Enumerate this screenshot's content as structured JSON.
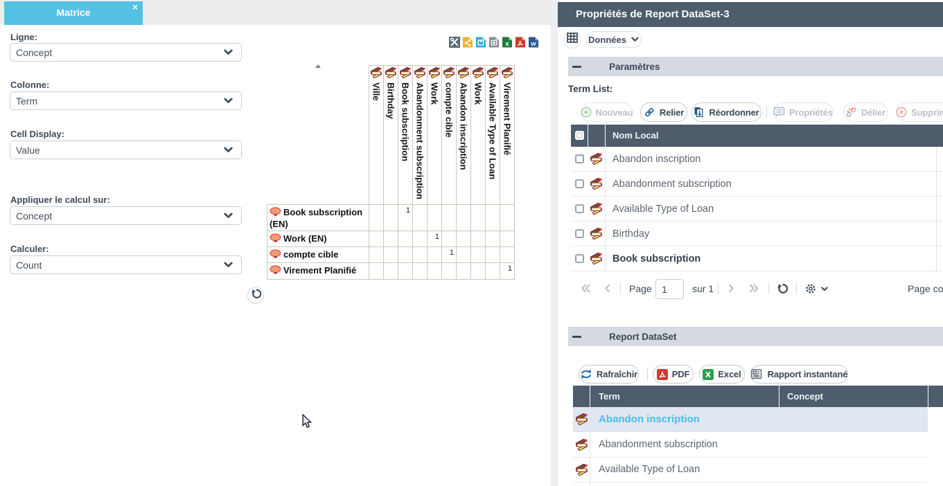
{
  "left_panel": {
    "tab_label": "Matrice",
    "close_label": "×",
    "fields": [
      {
        "label": "Ligne:",
        "value": "Concept"
      },
      {
        "label": "Colonne:",
        "value": "Term"
      },
      {
        "label": "Cell Display:",
        "value": "Value"
      },
      {
        "label": "Appliquer le calcul sur:",
        "value": "Concept"
      },
      {
        "label": "Calculer:",
        "value": "Count"
      }
    ]
  },
  "matrix": {
    "export_icons": [
      {
        "name": "tools-icon",
        "color": "#5b6a76"
      },
      {
        "name": "share-icon",
        "color": "#f0b32e"
      },
      {
        "name": "save-icon",
        "color": "#2fa9e0"
      },
      {
        "name": "snapshot-icon",
        "color": "#878f98"
      },
      {
        "name": "excel-icon",
        "color": "#1f7c3d"
      },
      {
        "name": "pdf-icon",
        "color": "#cd3a2b"
      },
      {
        "name": "word-icon",
        "color": "#2b5797"
      }
    ],
    "columns": [
      "Ville",
      "Birthday",
      "Book subscription",
      "Abandonment subscription",
      "Work",
      "compte cible",
      "Abandon inscription",
      "Work",
      "Available Type of Loan",
      "Virement Planifié"
    ],
    "rows": [
      {
        "label": "Book subscription (EN)",
        "values": [
          "",
          "",
          "1",
          "",
          "",
          "",
          "",
          "",
          "",
          ""
        ]
      },
      {
        "label": "Work (EN)",
        "values": [
          "",
          "",
          "",
          "",
          "1",
          "",
          "",
          "",
          "",
          ""
        ]
      },
      {
        "label": "compte cible",
        "values": [
          "",
          "",
          "",
          "",
          "",
          "1",
          "",
          "",
          "",
          ""
        ]
      },
      {
        "label": "Virement Planifié",
        "values": [
          "",
          "",
          "",
          "",
          "",
          "",
          "",
          "",
          "",
          "1"
        ]
      }
    ]
  },
  "right_panel": {
    "title": "Propriétés de Report DataSet-3",
    "toolbar": {
      "data_button_label": "Données"
    },
    "parametres": {
      "section_title": "Paramètres",
      "term_list_label": "Term List:",
      "buttons": [
        {
          "label": "Nouveau",
          "icon": "plus-circle-icon",
          "enabled": false
        },
        {
          "label": "Relier",
          "icon": "link-icon",
          "enabled": true
        },
        {
          "label": "Réordonner",
          "icon": "reorder-icon",
          "enabled": true
        },
        {
          "label": "Propriétés",
          "icon": "properties-icon",
          "enabled": false
        },
        {
          "label": "Délier",
          "icon": "unlink-icon",
          "enabled": false
        },
        {
          "label": "Supprimer",
          "icon": "delete-icon",
          "enabled": false
        }
      ],
      "table": {
        "column_header": "Nom Local",
        "rows": [
          {
            "name": "Abandon inscription",
            "strong": false
          },
          {
            "name": "Abandonment subscription",
            "strong": false
          },
          {
            "name": "Available Type of Loan",
            "strong": false
          },
          {
            "name": "Birthday",
            "strong": false
          },
          {
            "name": "Book subscription",
            "strong": true
          }
        ]
      },
      "pagination": {
        "page_label": "Page",
        "page_value": "1",
        "of_label": "sur 1",
        "right_text": "Page courante"
      }
    },
    "report_dataset": {
      "section_title": "Report DataSet",
      "buttons": [
        {
          "label": "Rafraîchir",
          "icon": "refresh-blue-icon"
        },
        {
          "label": "PDF",
          "icon": "pdf-square-icon"
        },
        {
          "label": "Excel",
          "icon": "excel-square-icon"
        },
        {
          "label": "Rapport instantané",
          "icon": "report-icon"
        }
      ],
      "table": {
        "columns": [
          "Term",
          "Concept"
        ],
        "rows": [
          {
            "term": "Abandon inscription",
            "concept": "",
            "selected": true
          },
          {
            "term": "Abandonment subscription",
            "concept": "",
            "selected": false
          },
          {
            "term": "Available Type of Loan",
            "concept": "",
            "selected": false
          }
        ]
      }
    }
  }
}
